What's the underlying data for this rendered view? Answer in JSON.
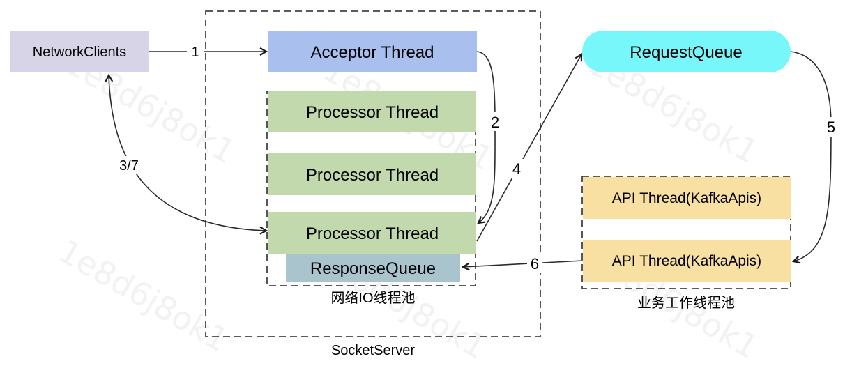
{
  "diagram": {
    "nodes": {
      "network_clients": {
        "label": "NetworkClients",
        "color": "#d8d4e8"
      },
      "acceptor": {
        "label": "Acceptor Thread",
        "color": "#a9c0ee"
      },
      "processors": [
        {
          "label": "Processor Thread",
          "color": "#c2d9ad"
        },
        {
          "label": "Processor Thread",
          "color": "#c2d9ad"
        },
        {
          "label": "Processor Thread",
          "color": "#c2d9ad"
        }
      ],
      "response_queue": {
        "label": "ResponseQueue",
        "color": "#a9c4cd"
      },
      "request_queue": {
        "label": "RequestQueue",
        "color": "#78f7fa"
      },
      "api_threads": [
        {
          "label": "API Thread(KafkaApis)",
          "color": "#f8e0a2"
        },
        {
          "label": "API Thread(KafkaApis)",
          "color": "#f8e0a2"
        }
      ]
    },
    "groups": {
      "socket_server": {
        "label": "SocketServer"
      },
      "network_io_pool": {
        "label": "网络IO线程池"
      },
      "business_pool": {
        "label": "业务工作线程池"
      }
    },
    "edges": [
      {
        "label": "1",
        "from": "NetworkClients",
        "to": "Acceptor Thread"
      },
      {
        "label": "2",
        "from": "Acceptor Thread",
        "to": "Processor Thread"
      },
      {
        "label": "3/7",
        "from": "Processor Thread",
        "to": "NetworkClients",
        "bidirectional": true
      },
      {
        "label": "4",
        "from": "Processor Thread",
        "to": "RequestQueue"
      },
      {
        "label": "5",
        "from": "RequestQueue",
        "to": "API Thread(KafkaApis)"
      },
      {
        "label": "6",
        "from": "API Thread(KafkaApis)",
        "to": "ResponseQueue"
      }
    ],
    "watermark": "1e8d6j8ok1"
  }
}
